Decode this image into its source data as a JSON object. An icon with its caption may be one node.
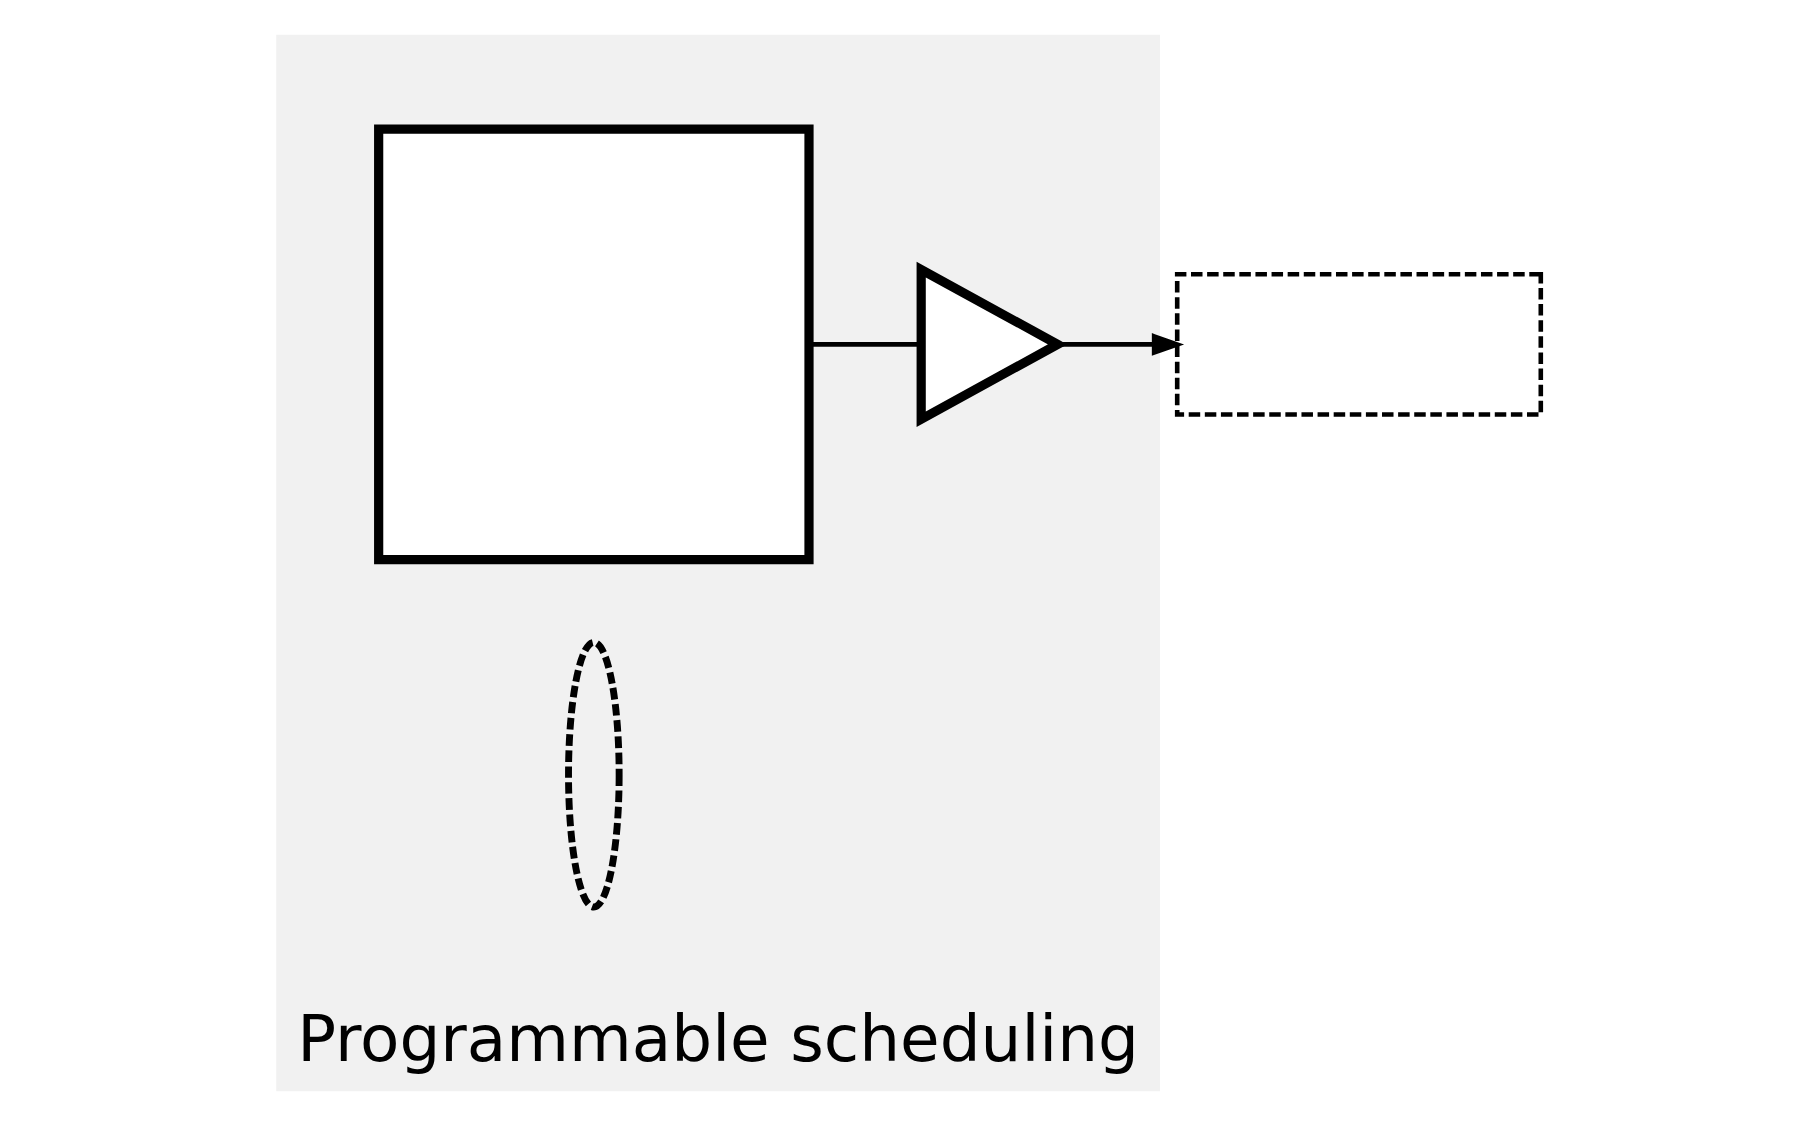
{
  "diagram": {
    "nodes": [
      {
        "text": [
          "Programmable scheduling"
        ]
      },
      {
        "text": [],
        "shape": "box",
        "in": 0
      },
      {
        "text": [],
        "shape": "ellipse",
        "in": 0
      },
      {
        "text": [],
        "shape": "triangle",
        "in": 0
      },
      {
        "text": [],
        "shape": "box"
      }
    ],
    "edges": [
      {
        "from": 1,
        "to": 3,
        "arrow": "none"
      },
      {
        "from": 3,
        "to": 4,
        "arrow": "to"
      }
    ]
  }
}
